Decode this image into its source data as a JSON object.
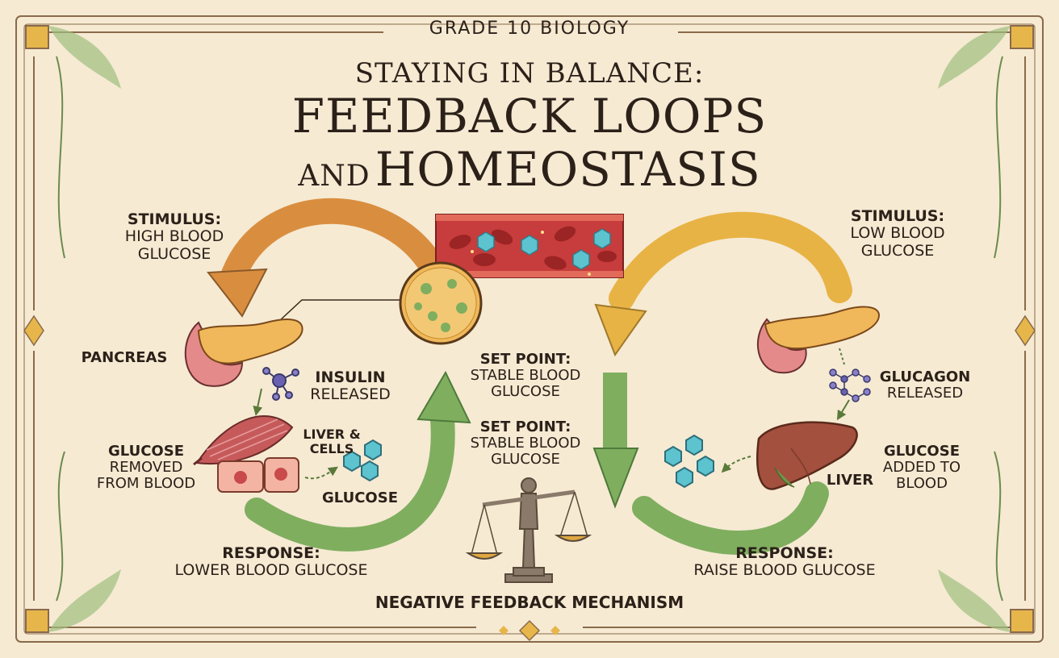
{
  "header": {
    "kicker": "GRADE 10 BIOLOGY",
    "line1": "STAYING IN BALANCE:",
    "line2": "FEEDBACK LOOPS",
    "line3_small": "AND",
    "line3_big": "HOMEOSTASIS"
  },
  "left_loop": {
    "stimulus_heading": "STIMULUS:",
    "stimulus_line1": "HIGH BLOOD",
    "stimulus_line2": "GLUCOSE",
    "organ_label": "PANCREAS",
    "hormone_line1": "INSULIN",
    "hormone_line2": "RELEASED",
    "target_line1": "LIVER &",
    "target_line2": "CELLS",
    "effect_line1": "GLUCOSE",
    "effect_line2": "REMOVED",
    "effect_line3": "FROM BLOOD",
    "glucose_label": "GLUCOSE",
    "response_heading": "RESPONSE:",
    "response_text": "LOWER BLOOD GLUCOSE"
  },
  "right_loop": {
    "stimulus_heading": "STIMULUS:",
    "stimulus_line1": "LOW BLOOD",
    "stimulus_line2": "GLUCOSE",
    "hormone_line1": "GLUCAGON",
    "hormone_line2": "RELEASED",
    "organ_label": "LIVER",
    "effect_line1": "GLUCOSE",
    "effect_line2": "ADDED TO",
    "effect_line3": "BLOOD",
    "response_heading": "RESPONSE:",
    "response_text": "RAISE BLOOD GLUCOSE"
  },
  "center": {
    "setpoint1_heading": "SET POINT:",
    "setpoint1_line1": "STABLE BLOOD",
    "setpoint1_line2": "GLUCOSE",
    "setpoint2_heading": "SET POINT:",
    "setpoint2_line1": "STABLE BLOOD",
    "setpoint2_line2": "GLUCOSE",
    "footer": "NEGATIVE FEEDBACK MECHANISM"
  },
  "colors": {
    "background": "#f6ead3",
    "frame": "#8a6a4a",
    "accent_gold": "#e7b64a",
    "arrow_orange": "#d98e3f",
    "arrow_gold": "#e8b345",
    "arrow_green": "#7fae5f",
    "pancreas": "#f0b85a",
    "liver": "#a4503e",
    "glucose_hex": "#5cc3cf",
    "blood": "#c73c3c"
  }
}
